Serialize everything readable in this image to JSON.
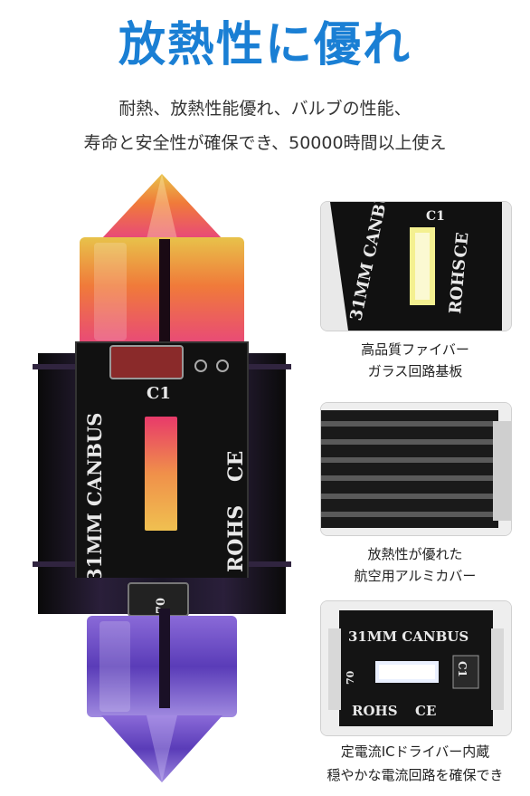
{
  "title": "放熱性に優れ",
  "subtitle": {
    "line1": "耐熱、放熱性能優れ、バルブの性能、",
    "line2": "寿命と安全性が確保でき、50000時間以上使え"
  },
  "product": {
    "pcb_model_text": "31MM CANBUS",
    "pcb_cert_rohs": "ROHS",
    "pcb_cert_ce": "CE",
    "pcb_component_label": "C1",
    "pcb_component_code": "70"
  },
  "features": [
    {
      "caption_line1": "高品質ファイバー",
      "caption_line2": "ガラス回路基板"
    },
    {
      "caption_line1": "放熱性が優れた",
      "caption_line2": "航空用アルミカバー"
    },
    {
      "caption_line1": "定電流ICドライバー内蔵",
      "caption_line2": "穏やかな電流回路を確保でき"
    }
  ],
  "colors": {
    "title_blue": "#1a7fd4",
    "gold": "#e8c24a",
    "pink": "#e85a7a",
    "purple": "#6a4fc8",
    "pcb_black": "#141414"
  }
}
